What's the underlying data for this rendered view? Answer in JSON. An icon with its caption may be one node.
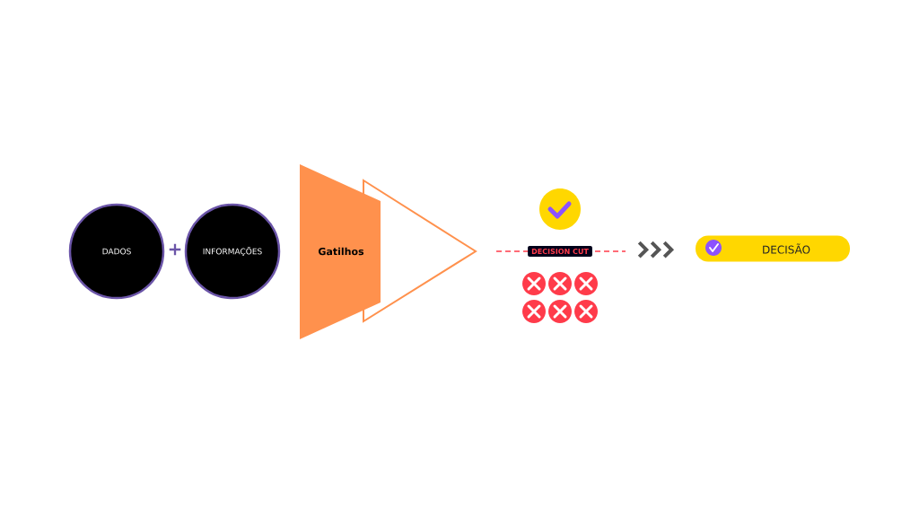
{
  "diagram": {
    "nodes": [
      {
        "text": [
          "DADOS"
        ]
      },
      {
        "text": [
          "INFORMAÇÕES"
        ]
      },
      {
        "text": [
          "Gatilhos"
        ]
      },
      {
        "text": [
          "DECISION CUT"
        ]
      },
      {
        "text": [
          "DECISÃO"
        ]
      }
    ],
    "edges": [
      {
        "from": 3,
        "to": 4,
        "arrow": "to",
        "color": "#555555"
      }
    ],
    "labels": [
      "+"
    ]
  }
}
